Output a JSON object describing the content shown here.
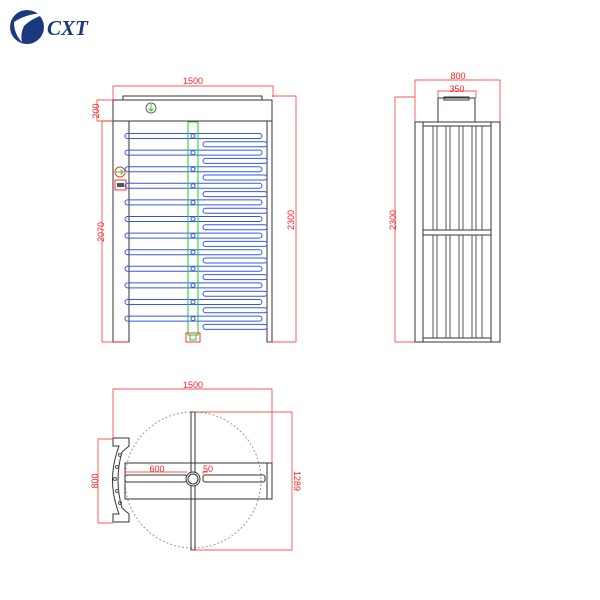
{
  "logo": {
    "text": "CXT",
    "color": "#1a3a80"
  },
  "front_view": {
    "width_label": "1500",
    "top_height_label": "200",
    "inner_height_label": "2070",
    "total_height_label": "2300",
    "arm_rows": 12
  },
  "side_view": {
    "width_label": "800",
    "top_width_label": "350",
    "height_label": "2300"
  },
  "top_view": {
    "width_label": "1500",
    "depth_label": "1289",
    "bracket_label": "800",
    "arm_label": "600",
    "hub_label": "50"
  },
  "colors": {
    "dimension": "#ff2020",
    "arms": "#3355ee",
    "rotor": "#22cc22",
    "frame": "#333333"
  }
}
